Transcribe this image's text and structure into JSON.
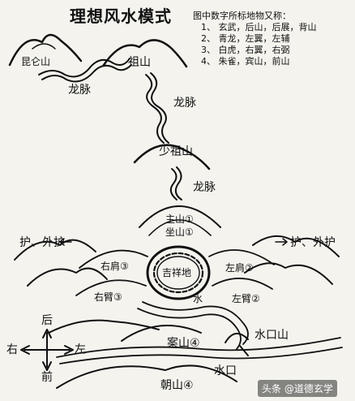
{
  "title": "理想风水模式",
  "legend": {
    "heading": "图中数字所标地物又称：",
    "items": [
      "1、  玄武，后山，后展，背山",
      "2、  青龙，左翼，左辅",
      "3、  白虎，右翼，右弼",
      "4、  朱雀，宾山，前山"
    ]
  },
  "labels": {
    "kunlun": "昆仑山",
    "longmai": "龙脉",
    "zushan": "祖山",
    "shaozushan": "少祖山",
    "zhushan": "主山①",
    "zuoshan": "坐山①",
    "jixiangdi": "吉祥地",
    "youjian": "右肩③",
    "zuojian": "左肩②",
    "youbi": "右臂③",
    "zuobi": "左臂②",
    "shui": "水",
    "huwaihu": "护、外护",
    "anshan": "案山④",
    "shuikoushan": "水口山",
    "shuikou": "水口",
    "chaoshan": "朝山④"
  },
  "compass": {
    "back": "后",
    "front": "前",
    "left": "左",
    "right": "右"
  },
  "watermark": "头条 @道德玄学"
}
